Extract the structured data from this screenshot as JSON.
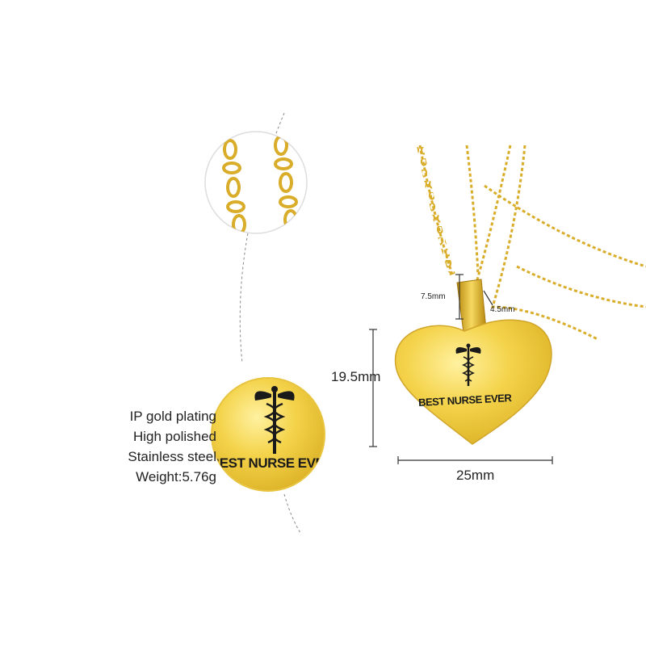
{
  "specs": {
    "plating": "IP gold plating",
    "finish": "High polished",
    "material": "Stainless steel",
    "weight": "Weight:5.76g"
  },
  "dimensions": {
    "bail_height": "7.5mm",
    "bail_width": "4.5mm",
    "pendant_height": "19.5mm",
    "pendant_width": "25mm"
  },
  "engraving": {
    "text": "BEST NURSE EVER",
    "zoom_text": "BEST NURSE EVER"
  },
  "colors": {
    "gold": "#F2CF3C",
    "gold_dark": "#C9A020",
    "chain": "#D9AD2A",
    "ink": "#1a1a1a"
  },
  "icons": {
    "emblem": "caduceus-icon"
  }
}
